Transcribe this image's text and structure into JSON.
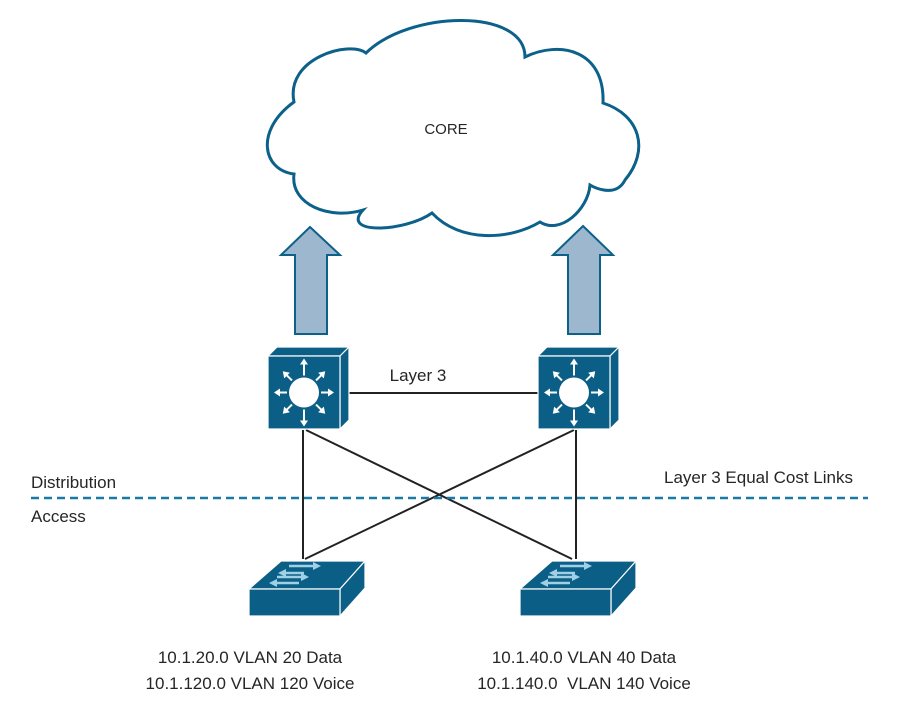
{
  "diagram": {
    "core": {
      "label": "CORE"
    },
    "distribution_switches": [
      {
        "id": "dist-left",
        "type": "layer3-switch"
      },
      {
        "id": "dist-right",
        "type": "layer3-switch"
      }
    ],
    "inter_switch_link": {
      "label": "Layer 3"
    },
    "access_switches": [
      {
        "id": "access-left",
        "type": "layer2-switch",
        "subnets": [
          "10.1.20.0 VLAN 20 Data",
          "10.1.120.0 VLAN 120 Voice"
        ]
      },
      {
        "id": "access-right",
        "type": "layer2-switch",
        "subnets": [
          "10.1.40.0 VLAN 40 Data",
          "10.1.140.0  VLAN 140 Voice"
        ]
      }
    ],
    "boundary": {
      "upper_label": "Distribution",
      "lower_label": "Access",
      "right_label": "Layer 3 Equal Cost Links"
    },
    "uplinks": [
      {
        "from": "dist-left",
        "to": "core"
      },
      {
        "from": "dist-right",
        "to": "core"
      }
    ],
    "colors": {
      "device": "#0b5f86",
      "device_light": "#1a6f96",
      "arrow_fill": "#9db8ce",
      "arrow_stroke": "#0b6189",
      "line": "#222222",
      "dashed": "#1a7aa6",
      "text": "#262626"
    }
  }
}
